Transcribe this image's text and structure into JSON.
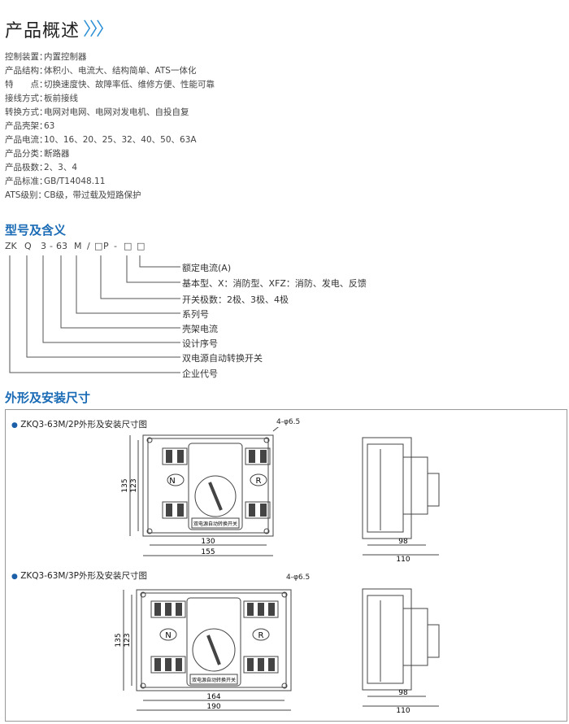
{
  "overview": {
    "title": "产品概述",
    "chevrons": "〉〉〉",
    "specs": [
      {
        "label": "控制装置：",
        "value": "内置控制器"
      },
      {
        "label": "产品结构：",
        "value": "体积小、电流大、结构简单、ATS一体化"
      },
      {
        "label": "特　　点：",
        "value": "切换速度快、故障率低、维修方便、性能可靠"
      },
      {
        "label": "接线方式：",
        "value": "板前接线"
      },
      {
        "label": "转换方式：",
        "value": "电网对电网、电网对发电机、自投自复"
      },
      {
        "label": "产品壳架：",
        "value": "63"
      },
      {
        "label": "产品电流：",
        "value": "10、16、20、25、32、40、50、63A"
      },
      {
        "label": "产品分类：",
        "value": "断路器"
      },
      {
        "label": "产品极数：",
        "value": "2、3、4"
      },
      {
        "label": "产品标准：",
        "value": "GB/T14048.11"
      },
      {
        "label": "ATS级别：",
        "value": "CB级，带过载及短路保护"
      }
    ]
  },
  "model": {
    "title": "型号及含义",
    "code": [
      "ZK",
      "Q",
      "3",
      "-",
      "63",
      "M",
      "/",
      "□",
      "P",
      "-",
      "□",
      "□"
    ],
    "meanings": [
      "额定电流(A)",
      "基本型、X：消防型、XFZ：消防、发电、反馈",
      "开关极数：2极、3极、4极",
      "系列号",
      "壳架电流",
      "设计序号",
      "双电源自动转换开关",
      "企业代号"
    ]
  },
  "dimensions": {
    "title": "外形及安装尺寸",
    "figures": [
      {
        "caption": "ZKQ3-63M/2P外形及安装尺寸图",
        "hole": "4-φ6.5",
        "height_outer": "135",
        "height_inner": "123",
        "width_inner": "130",
        "width_outer": "155",
        "depth_inner": "98",
        "depth_outer": "110",
        "left_label": "N",
        "right_label": "R",
        "panel_text": "双电源自动转换开关"
      },
      {
        "caption": "ZKQ3-63M/3P外形及安装尺寸图",
        "hole": "4-φ6.5",
        "height_outer": "135",
        "height_inner": "123",
        "width_inner": "164",
        "width_outer": "190",
        "depth_inner": "98",
        "depth_outer": "110",
        "left_label": "N",
        "right_label": "R",
        "panel_text": "双电源自动转换开关"
      }
    ]
  }
}
